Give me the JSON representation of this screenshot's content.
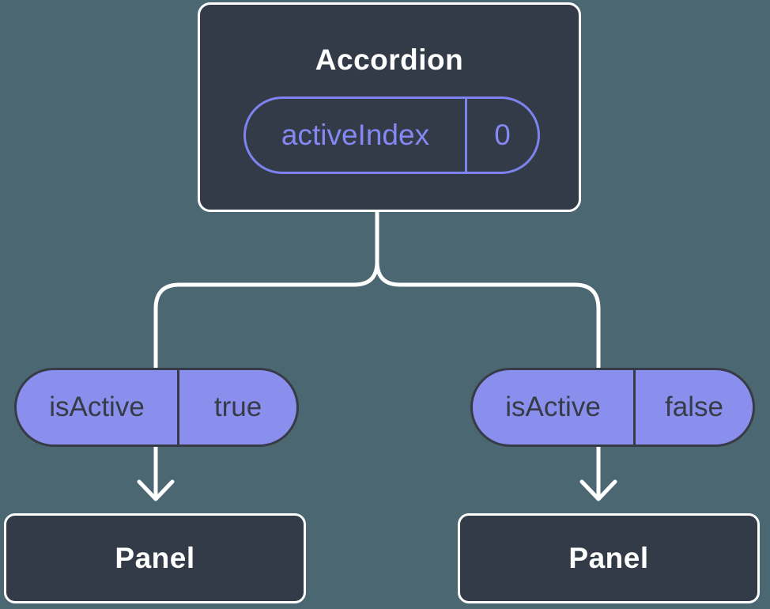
{
  "diagram": {
    "description": "Component tree diagram: Accordion parent holding state, passing isActive props to two Panel children",
    "root": {
      "title": "Accordion",
      "state_pill": {
        "name": "activeIndex",
        "value": "0"
      }
    },
    "children": [
      {
        "prop_pill": {
          "name": "isActive",
          "value": "true"
        },
        "node": {
          "title": "Panel"
        }
      },
      {
        "prop_pill": {
          "name": "isActive",
          "value": "false"
        },
        "node": {
          "title": "Panel"
        }
      }
    ],
    "colors": {
      "background": "#4b6771",
      "node_fill": "#343b48",
      "node_border": "#ffffff",
      "node_text": "#ffffff",
      "state_pill_stroke": "#7e83ef",
      "state_pill_text": "#8388f2",
      "prop_pill_fill": "#8a8fee",
      "prop_pill_text": "#363b46",
      "prop_pill_border": "#363b46",
      "connector_line": "#ffffff"
    }
  }
}
